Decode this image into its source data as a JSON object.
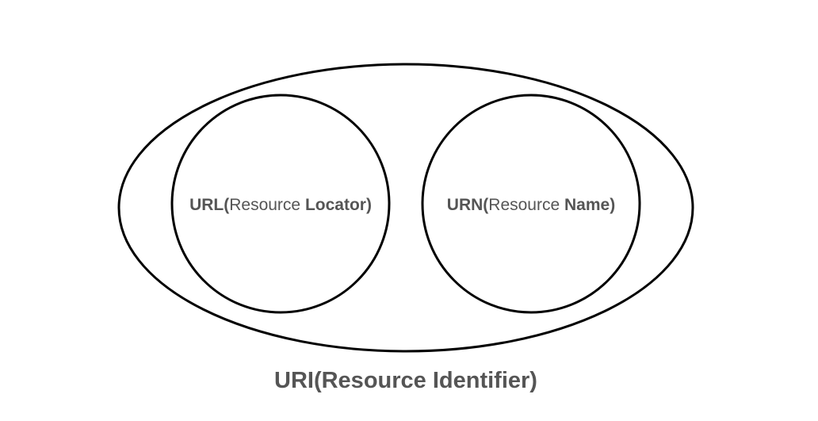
{
  "diagram": {
    "outer": {
      "label": "URI(Resource Identifier)"
    },
    "url": {
      "abbr": "URL(",
      "word": "Resource ",
      "term": "Locator)"
    },
    "urn": {
      "abbr": "URN(",
      "word": "Resource ",
      "term": "Name)"
    }
  }
}
